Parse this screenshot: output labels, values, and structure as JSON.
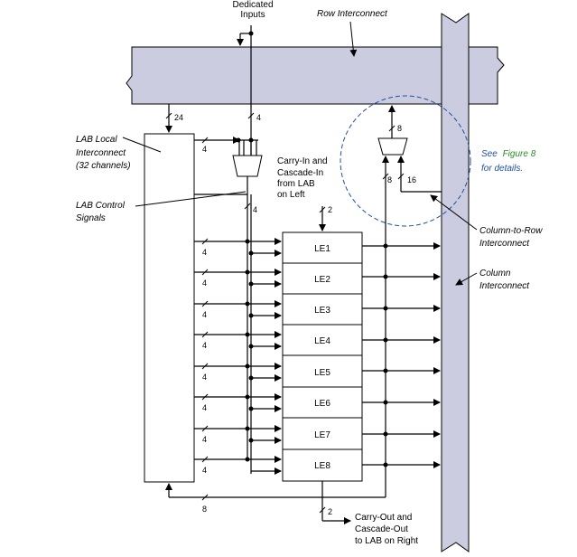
{
  "labels": {
    "dedicated_inputs_line1": "Dedicated",
    "dedicated_inputs_line2": "Inputs",
    "row_interconnect": "Row Interconnect",
    "lab_local_line1": "LAB Local",
    "lab_local_line2": "Interconnect",
    "lab_local_line3": "(32 channels)",
    "lab_control_line1": "LAB Control",
    "lab_control_line2": "Signals",
    "carry_in_line1": "Carry-In and",
    "carry_in_line2": "Cascade-In",
    "carry_in_line3": "from LAB",
    "carry_in_line4": "on Left",
    "see_figure_prefix": "See",
    "see_figure_link": "Figure 8",
    "see_figure_line2": "for details.",
    "col_to_row_line1": "Column-to-Row",
    "col_to_row_line2": "Interconnect",
    "column_line1": "Column",
    "column_line2": "Interconnect",
    "carry_out_line1": "Carry-Out and",
    "carry_out_line2": "Cascade-Out",
    "carry_out_line3": "to LAB on Right"
  },
  "bus_widths": {
    "lab_local_in": "24",
    "dedicated_down": "4",
    "mux_side": "4",
    "mux_out": "4",
    "carry_in": "2",
    "col_mux_up": "8",
    "col_mux_left": "8",
    "col_mux_right": "16",
    "feedback": "8",
    "carry_out": "2",
    "le_inputs": [
      "4",
      "4",
      "4",
      "4",
      "4",
      "4",
      "4",
      "4"
    ]
  },
  "logic_elements": [
    "LE1",
    "LE2",
    "LE3",
    "LE4",
    "LE5",
    "LE6",
    "LE7",
    "LE8"
  ],
  "colors": {
    "interconnect_fill": "#cccce0",
    "line": "#000000",
    "callout_circle": "#1f4fa0",
    "figure_link": "#2a8a2a"
  }
}
